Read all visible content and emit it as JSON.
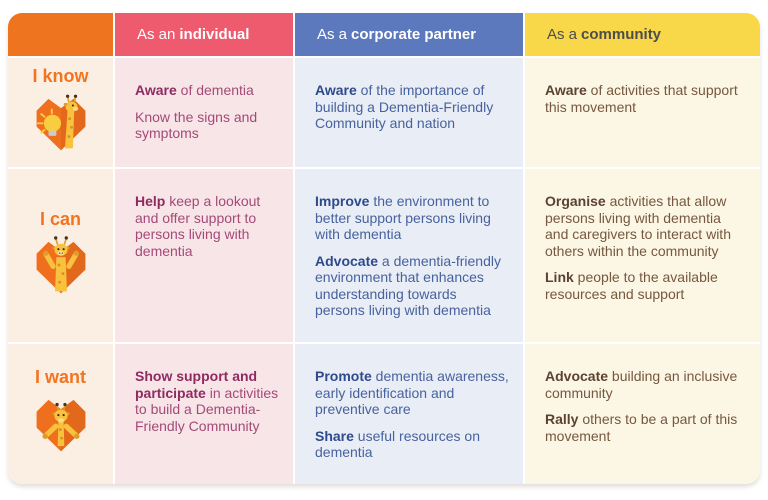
{
  "colors": {
    "header_orange": "#EE7420",
    "header_pink": "#EE5A6E",
    "header_blue": "#5C79BE",
    "header_yellow": "#F8D848",
    "label_column_bg": "#FBEFE4",
    "individual_cell_bg": "#F8E5E8",
    "corporate_cell_bg": "#E9EDF5",
    "community_cell_bg": "#FBF7E4",
    "individual_text": "#A44A77",
    "corporate_text": "#47629E",
    "community_text": "#77573F",
    "row_label_text": "#F4731F",
    "mascot_heart": "#EF6F1E",
    "mascot_giraffe": "#F8C23C"
  },
  "header": {
    "columns": [
      {
        "id": "individual",
        "prefix": "As an",
        "bold": "individual"
      },
      {
        "id": "corporate",
        "prefix": "As a",
        "bold": "corporate partner"
      },
      {
        "id": "community",
        "prefix": "As a",
        "bold": "community"
      }
    ]
  },
  "icons": [
    "giraffe-lightbulb-mascot-icon",
    "giraffe-arms-up-mascot-icon",
    "giraffe-bowing-mascot-icon"
  ],
  "rows": [
    {
      "label": "I know",
      "icon": "giraffe-lightbulb-mascot-icon",
      "cells": {
        "individual": [
          [
            {
              "b": 1,
              "t": "Aware"
            },
            {
              "t": " of dementia"
            }
          ],
          [
            {
              "t": "Know the signs and symptoms"
            }
          ]
        ],
        "corporate": [
          [
            {
              "b": 1,
              "t": "Aware"
            },
            {
              "t": " of the importance of building a Dementia-Friendly Community and nation"
            }
          ]
        ],
        "community": [
          [
            {
              "b": 1,
              "t": "Aware"
            },
            {
              "t": " of activities that support this movement"
            }
          ]
        ]
      }
    },
    {
      "label": "I can",
      "icon": "giraffe-arms-up-mascot-icon",
      "cells": {
        "individual": [
          [
            {
              "b": 1,
              "t": "Help"
            },
            {
              "t": " keep a lookout and offer support to persons living with dementia"
            }
          ]
        ],
        "corporate": [
          [
            {
              "b": 1,
              "t": "Improve"
            },
            {
              "t": " the environment to better support persons living with dementia"
            }
          ],
          [
            {
              "b": 1,
              "t": "Advocate"
            },
            {
              "t": " a dementia-friendly environment that enhances understanding towards persons living with dementia"
            }
          ]
        ],
        "community": [
          [
            {
              "b": 1,
              "t": "Organise"
            },
            {
              "t": " activities that allow persons living with dementia and caregivers to interact with others within the community"
            }
          ],
          [
            {
              "b": 1,
              "t": "Link"
            },
            {
              "t": " people to the available resources and support"
            }
          ]
        ]
      }
    },
    {
      "label": "I want",
      "icon": "giraffe-bowing-mascot-icon",
      "cells": {
        "individual": [
          [
            {
              "b": 1,
              "t": "Show support and participate"
            },
            {
              "t": " in activities to build a Dementia-Friendly Community"
            }
          ]
        ],
        "corporate": [
          [
            {
              "b": 1,
              "t": "Promote"
            },
            {
              "t": " dementia awareness, early identification and preventive care"
            }
          ],
          [
            {
              "b": 1,
              "t": "Share"
            },
            {
              "t": " useful resources on dementia"
            }
          ]
        ],
        "community": [
          [
            {
              "b": 1,
              "t": "Advocate"
            },
            {
              "t": " building an inclusive community"
            }
          ],
          [
            {
              "b": 1,
              "t": "Rally"
            },
            {
              "t": " others to be a part of this movement"
            }
          ]
        ]
      }
    }
  ]
}
